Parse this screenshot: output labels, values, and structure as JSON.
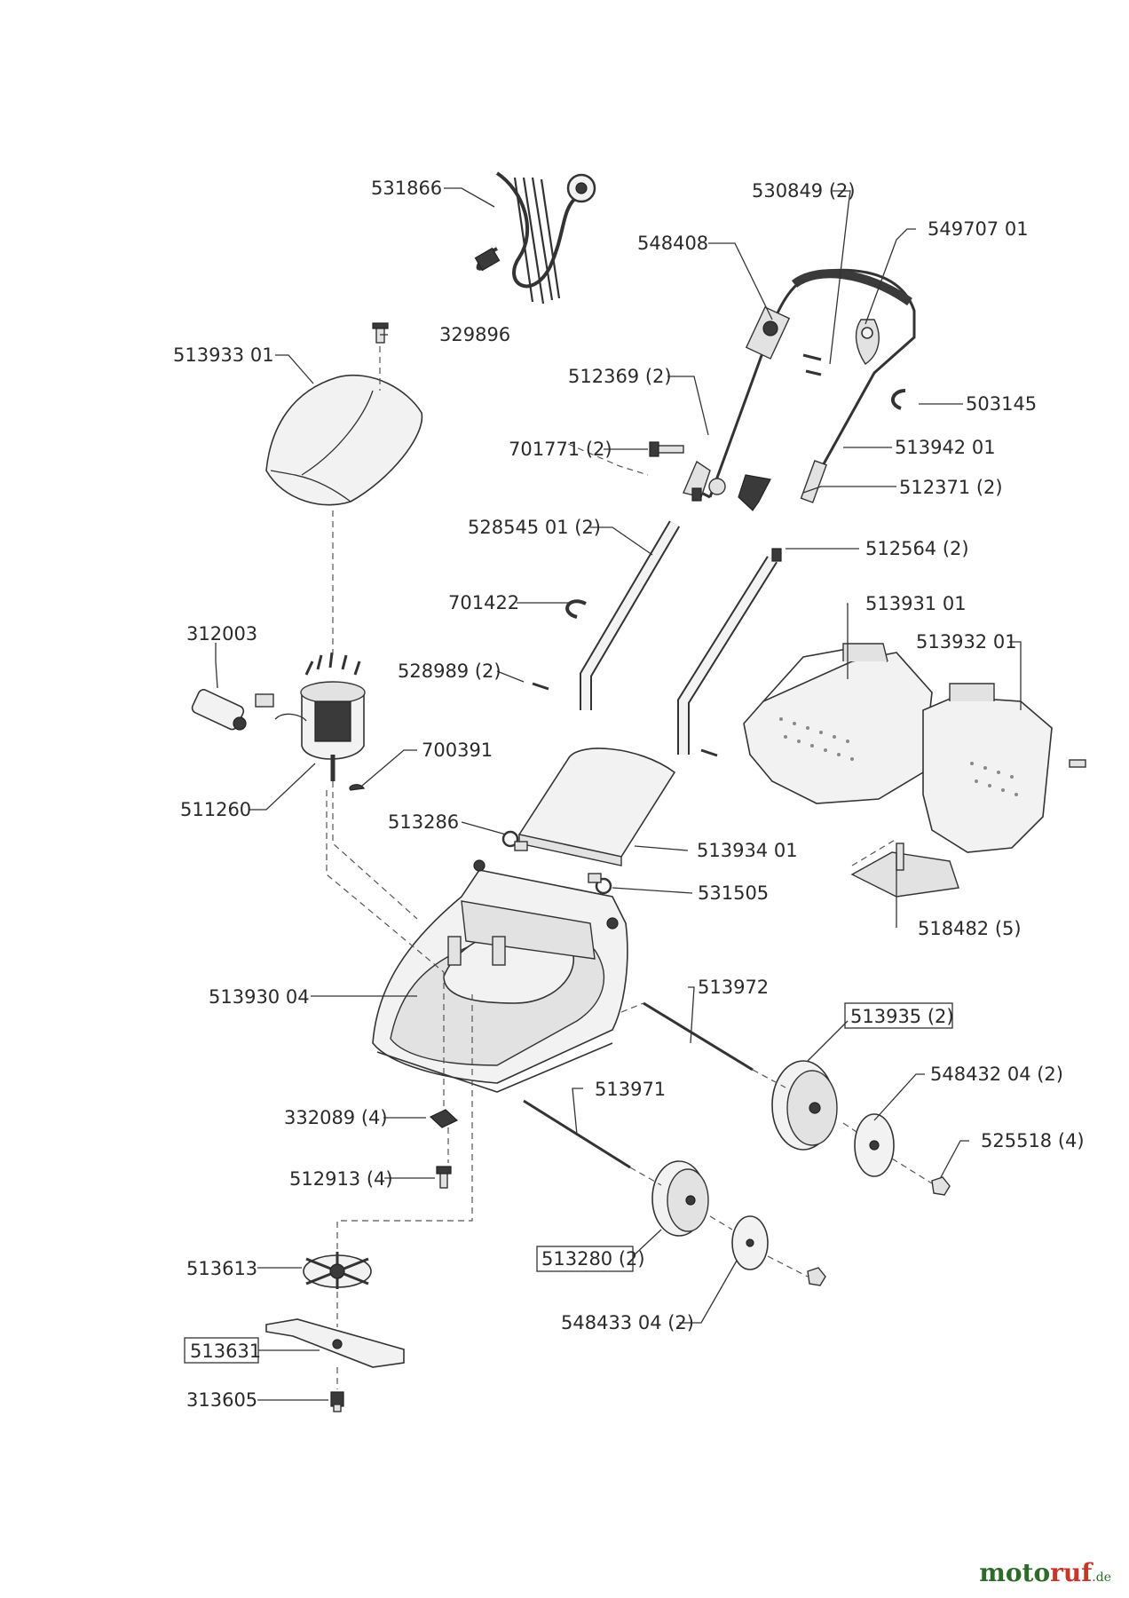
{
  "labels": {
    "p531866": "531866",
    "p530849": "530849 (2)",
    "p548408": "548408",
    "p549707": "549707 01",
    "p329896": "329896",
    "p513933": "513933 01",
    "p512369": "512369 (2)",
    "p503145": "503145",
    "p701771": "701771 (2)",
    "p513942": "513942 01",
    "p512371": "512371 (2)",
    "p528545": "528545 01 (2)",
    "p512564": "512564 (2)",
    "p701422": "701422",
    "p513931": "513931 01",
    "p312003": "312003",
    "p513932": "513932 01",
    "p528989": "528989 (2)",
    "p700391": "700391",
    "p511260": "511260",
    "p513286": "513286",
    "p513934": "513934 01",
    "p531505": "531505",
    "p518482": "518482 (5)",
    "p513930": "513930 04",
    "p513972": "513972",
    "p513935": "513935 (2)",
    "p548432": "548432 04 (2)",
    "p513971": "513971",
    "p332089": "332089 (4)",
    "p525518": "525518 (4)",
    "p512913": "512913 (4)",
    "p513613": "513613",
    "p513280": "513280 (2)",
    "p513631": "513631",
    "p548433": "548433 04 (2)",
    "p313605": "313605"
  },
  "brand": {
    "part1": "moto",
    "part2": "ruf",
    "suffix": ".de"
  }
}
